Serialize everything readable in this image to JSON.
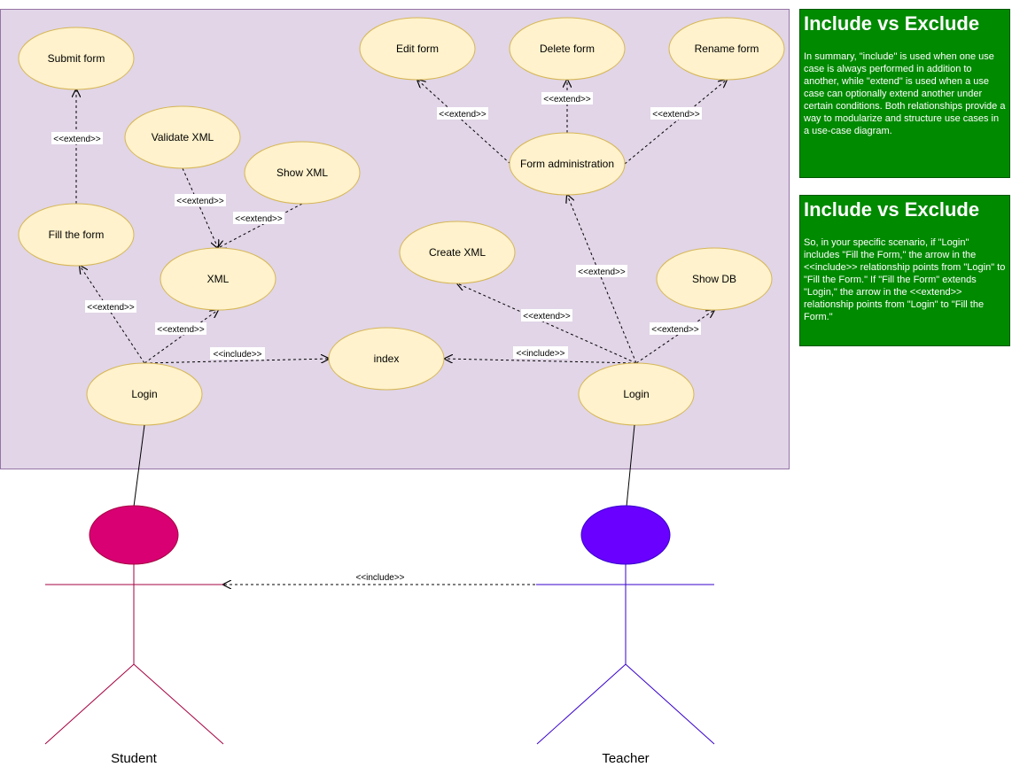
{
  "colors": {
    "boundary_fill": "#e1d5e7",
    "boundary_stroke": "#9673a6",
    "usecase_fill": "#fff2cc",
    "usecase_stroke": "#d6b656",
    "student_color": "#d80073",
    "student_line": "#a50040",
    "teacher_color": "#6a00ff",
    "teacher_line": "#3700cc",
    "note_bg": "#008a00"
  },
  "usecases": {
    "submit_form": "Submit form",
    "validate_xml": "Validate XML",
    "show_xml": "Show XML",
    "fill_the_form": "Fill the form",
    "xml": "XML",
    "login_student": "Login",
    "index": "index",
    "edit_form": "Edit form",
    "delete_form": "Delete form",
    "rename_form": "Rename form",
    "form_administration": "Form administration",
    "create_xml": "Create XML",
    "show_db": "Show DB",
    "login_teacher": "Login"
  },
  "relations": {
    "fill_to_submit": "<<extend>>",
    "validate_to_xml": "<<extend>>",
    "showxml_to_xml": "<<extend>>",
    "login_to_fill": "<<extend>>",
    "login_to_xml": "<<extend>>",
    "login_student_to_index": "<<include>>",
    "login_teacher_to_index": "<<include>>",
    "admin_to_edit": "<<extend>>",
    "admin_to_delete": "<<extend>>",
    "admin_to_rename": "<<extend>>",
    "login_to_admin": "<<extend>>",
    "login_to_create_xml": "<<extend>>",
    "login_to_show_db": "<<extend>>",
    "teacher_to_student": "<<include>>"
  },
  "actors": {
    "student": "Student",
    "teacher": "Teacher"
  },
  "notes": [
    {
      "title": "Include vs Exclude",
      "body": "In summary, \"include\" is used when one use case is always performed in addition to another, while \"extend\" is used when a use case can optionally extend another under certain conditions. Both relationships provide a way to modularize and structure use cases in a use-case diagram."
    },
    {
      "title": "Include vs Exclude",
      "body": "So, in your specific scenario, if \"Login\" includes \"Fill the Form,\" the arrow in the <<include>> relationship points from \"Login\" to \"Fill the Form.\" If \"Fill the Form\" extends \"Login,\" the arrow in the <<extend>> relationship points from \"Login\" to \"Fill the Form.\""
    }
  ]
}
